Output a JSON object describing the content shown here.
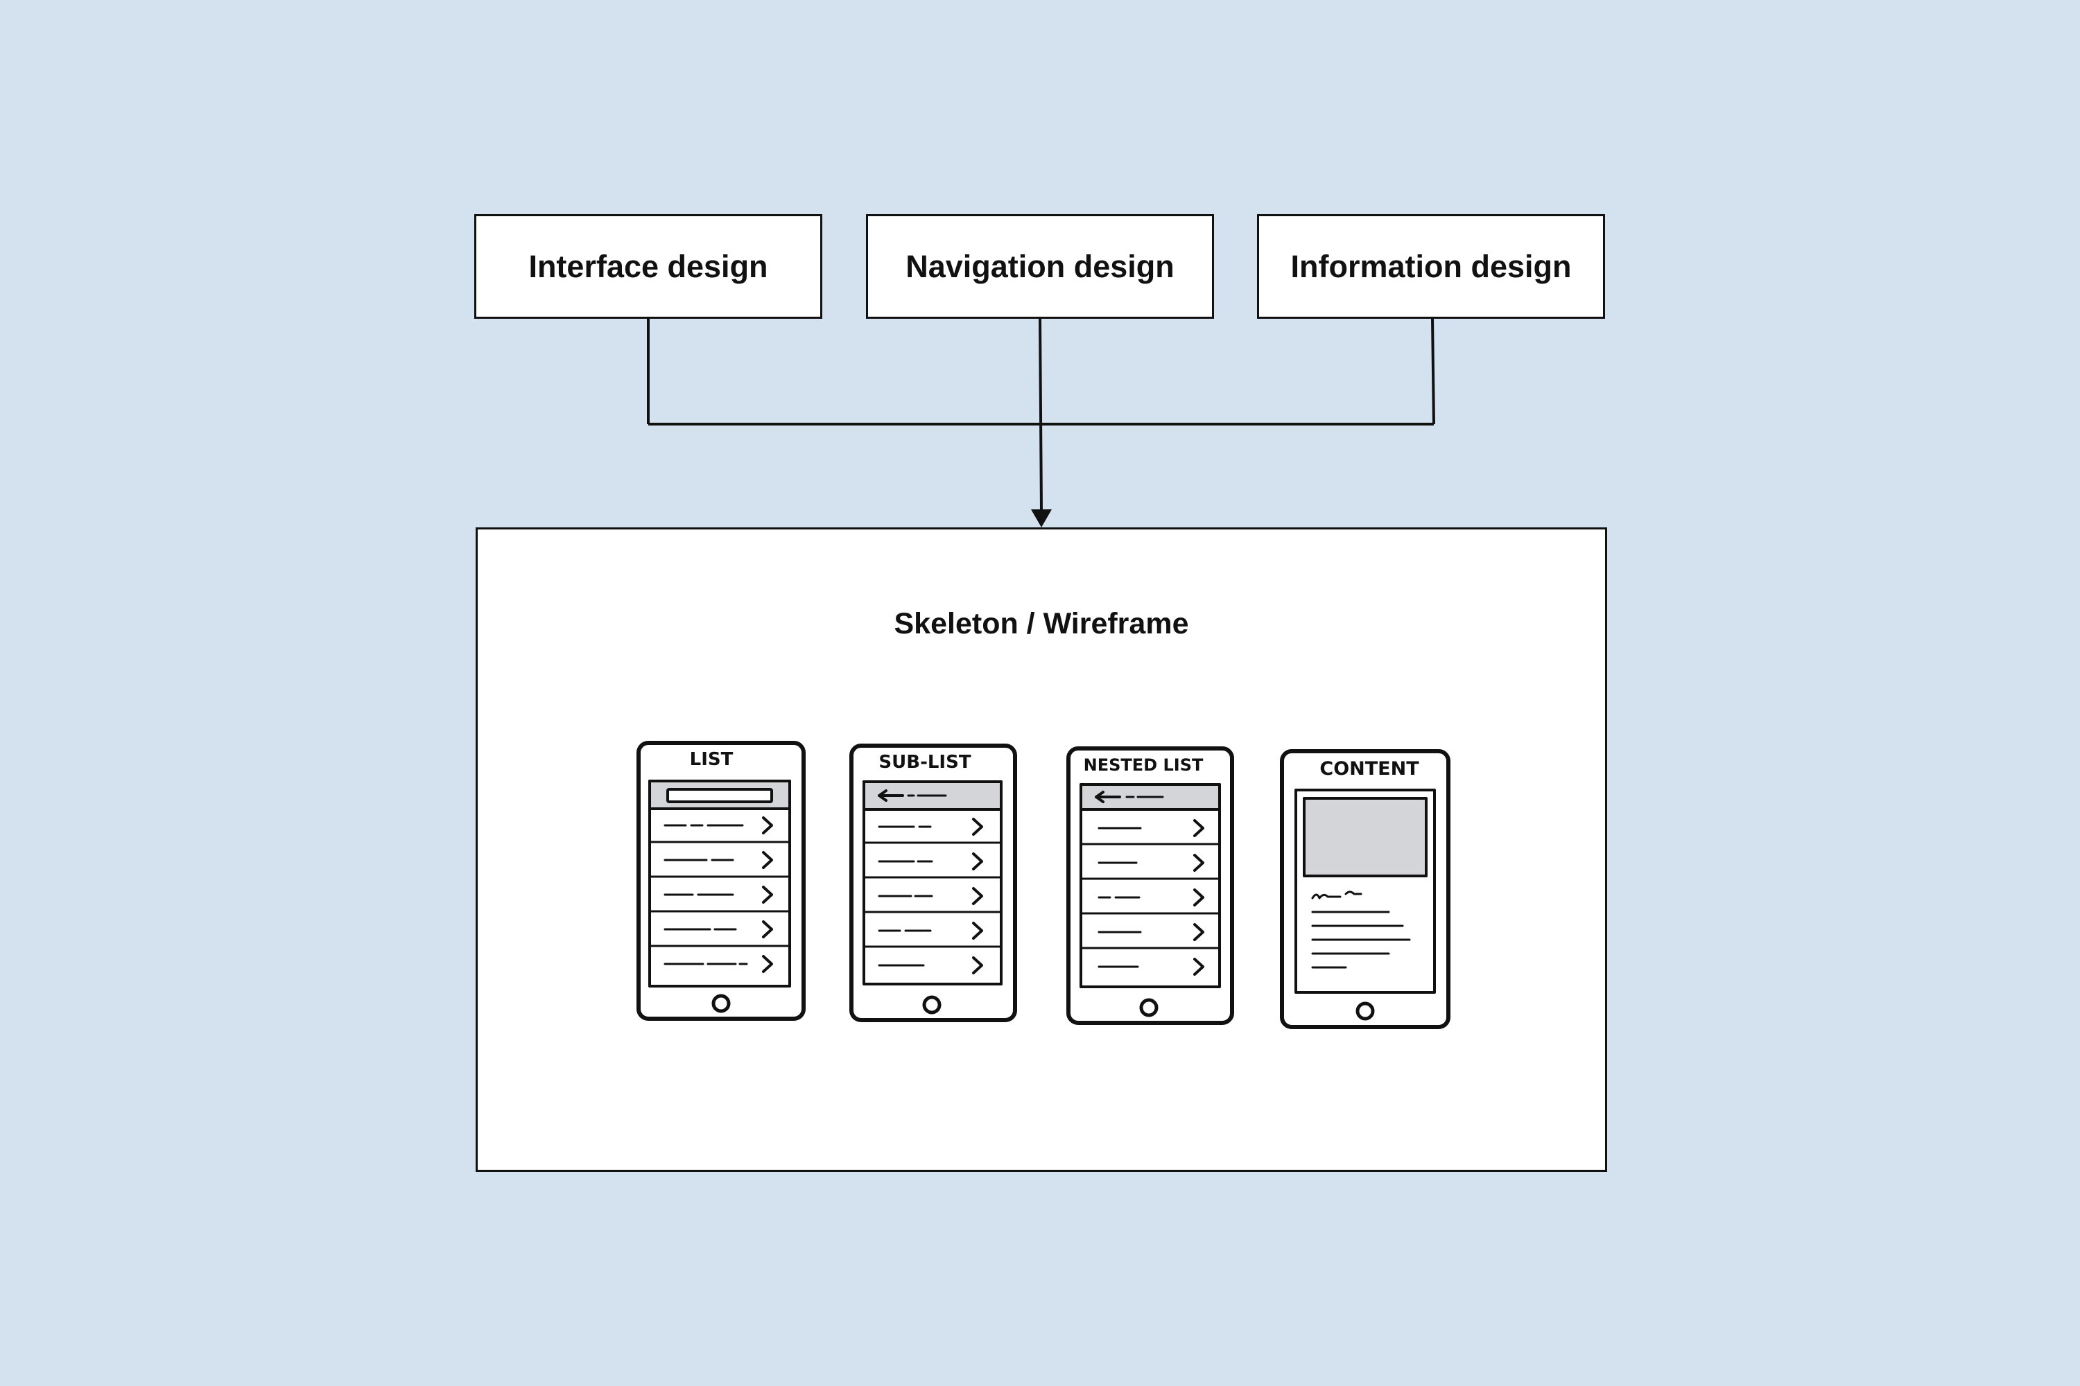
{
  "diagram": {
    "inputs": [
      {
        "label": "Interface design"
      },
      {
        "label": "Navigation design"
      },
      {
        "label": "Information design"
      }
    ],
    "output": {
      "title": "Skeleton / Wireframe"
    },
    "phones": [
      {
        "label": "LIST"
      },
      {
        "label": "SUB-LIST"
      },
      {
        "label": "NESTED LIST"
      },
      {
        "label": "CONTENT"
      }
    ]
  },
  "colors": {
    "background": "#d4e2ef",
    "box_fill": "#ffffff",
    "stroke": "#111111",
    "sketch_gray": "#d3d5d8"
  }
}
